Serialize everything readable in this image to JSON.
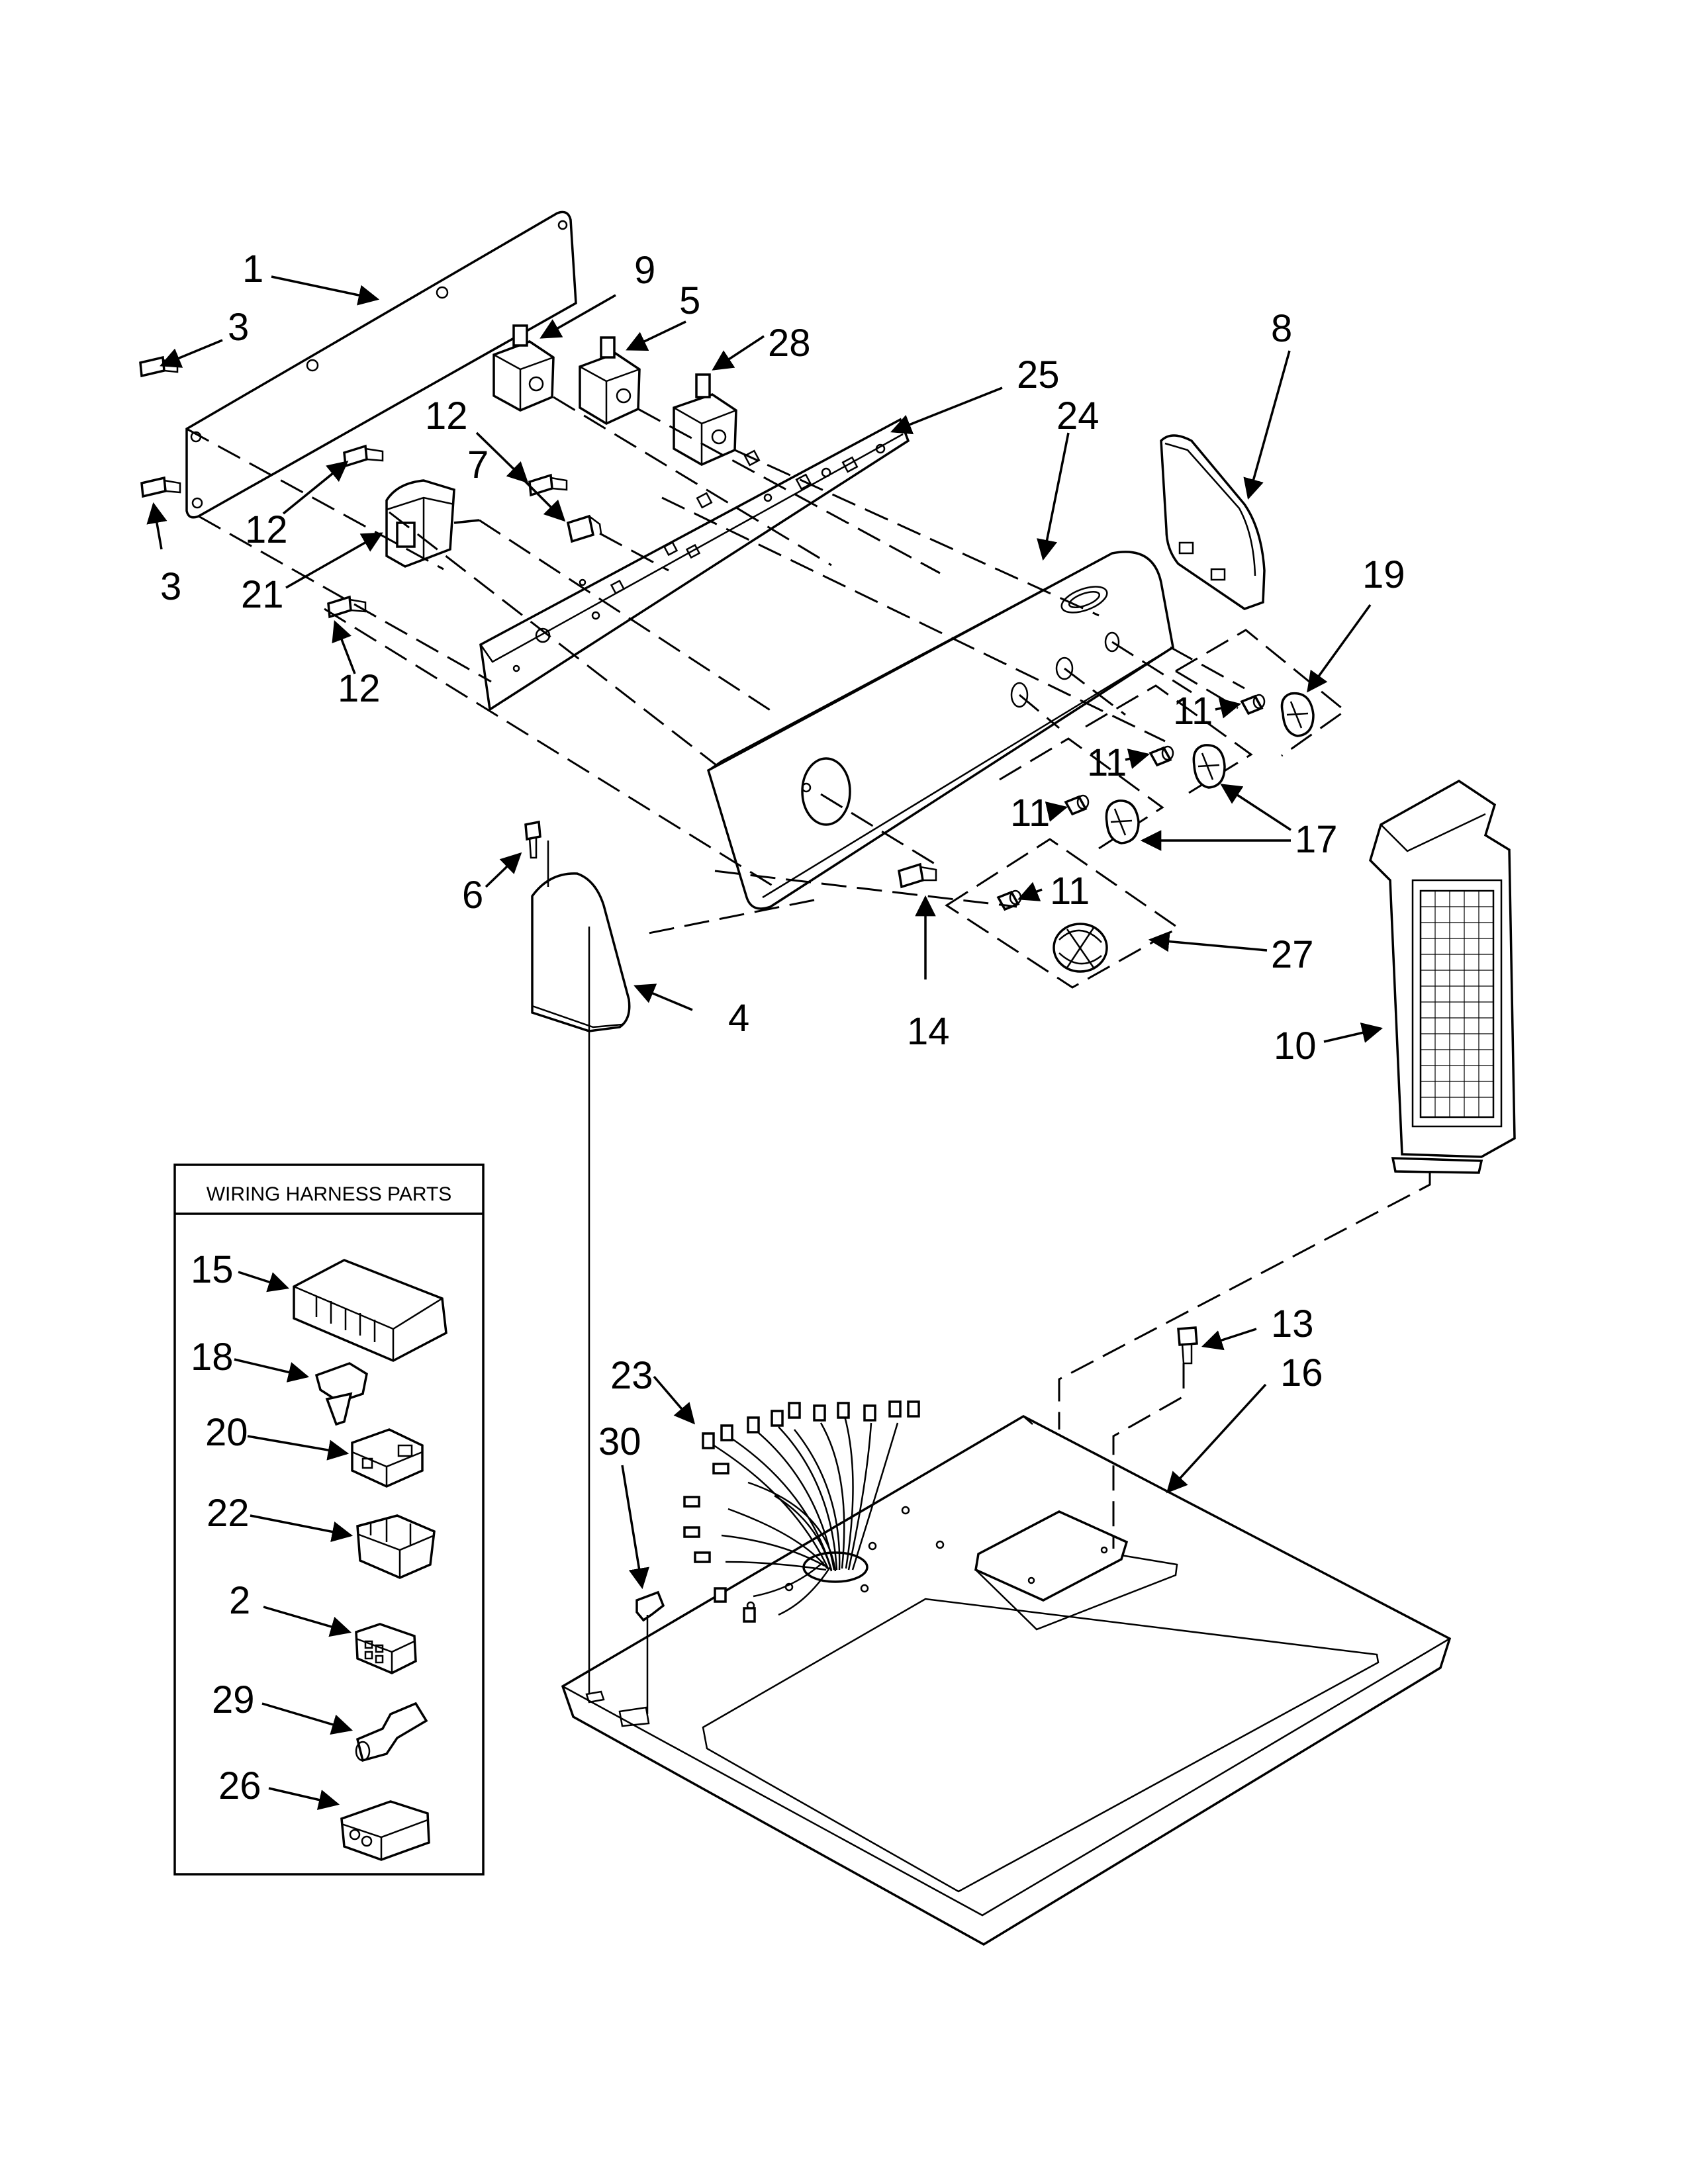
{
  "box": {
    "title": "WIRING HARNESS PARTS"
  },
  "callouts": {
    "c1": "1",
    "c3a": "3",
    "c3b": "3",
    "c9": "9",
    "c5": "5",
    "c28": "28",
    "c25": "25",
    "c24": "24",
    "c8": "8",
    "c12a": "12",
    "c7": "7",
    "c12b": "12",
    "c21": "21",
    "c12c": "12",
    "c19": "19",
    "c11a": "11",
    "c11b": "11",
    "c11c": "11",
    "c11d": "11",
    "c17": "17",
    "c27": "27",
    "c6": "6",
    "c4": "4",
    "c14": "14",
    "c10": "10",
    "c13": "13",
    "c16": "16",
    "c23": "23",
    "c30": "30",
    "c15": "15",
    "c18": "18",
    "c20": "20",
    "c22": "22",
    "c2": "2",
    "c29": "29",
    "c26": "26"
  }
}
